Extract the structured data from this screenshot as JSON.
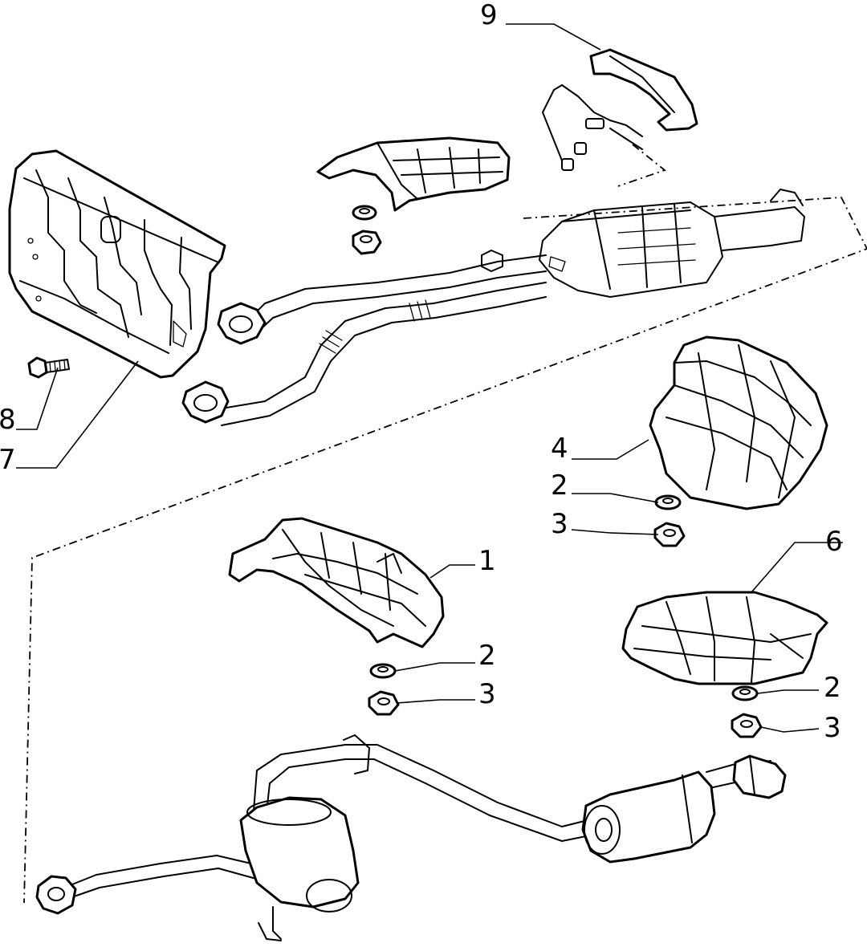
{
  "callouts": {
    "c9": "9",
    "c8": "8",
    "c7": "7",
    "c4": "4",
    "c2a": "2",
    "c3a": "3",
    "c6": "6",
    "c1": "1",
    "c2b": "2",
    "c3b": "3",
    "c2c": "2",
    "c3c": "3"
  },
  "colors": {
    "ink": "#000000",
    "paper": "#ffffff"
  }
}
